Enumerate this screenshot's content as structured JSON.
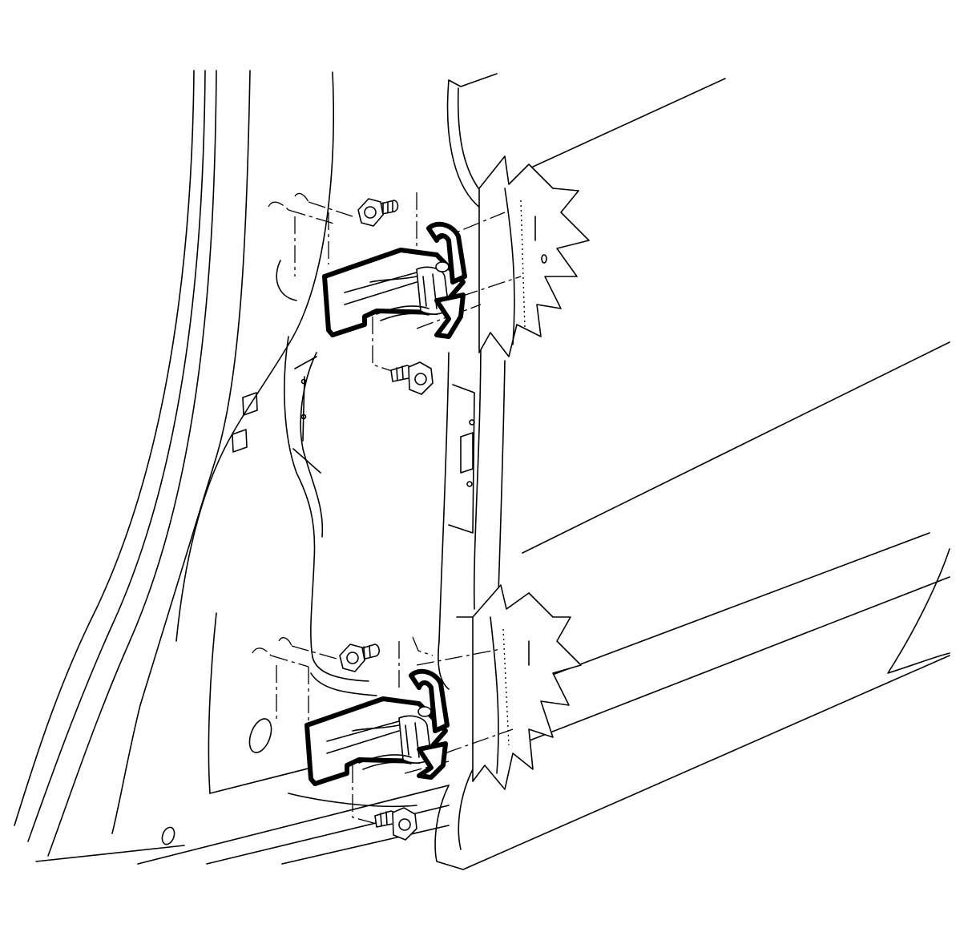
{
  "diagram": {
    "parts": [
      {
        "id": "body-pillar",
        "kind": "structure"
      },
      {
        "id": "door-shell",
        "kind": "structure"
      },
      {
        "id": "upper-hinge",
        "kind": "hinge"
      },
      {
        "id": "lower-hinge",
        "kind": "hinge"
      },
      {
        "id": "upper-body-bolt",
        "kind": "bolt"
      },
      {
        "id": "upper-door-bolt",
        "kind": "bolt"
      },
      {
        "id": "lower-body-bolt",
        "kind": "bolt"
      },
      {
        "id": "lower-door-bolt",
        "kind": "bolt"
      }
    ],
    "colors": {
      "line": "#000000",
      "background": "#ffffff"
    }
  }
}
